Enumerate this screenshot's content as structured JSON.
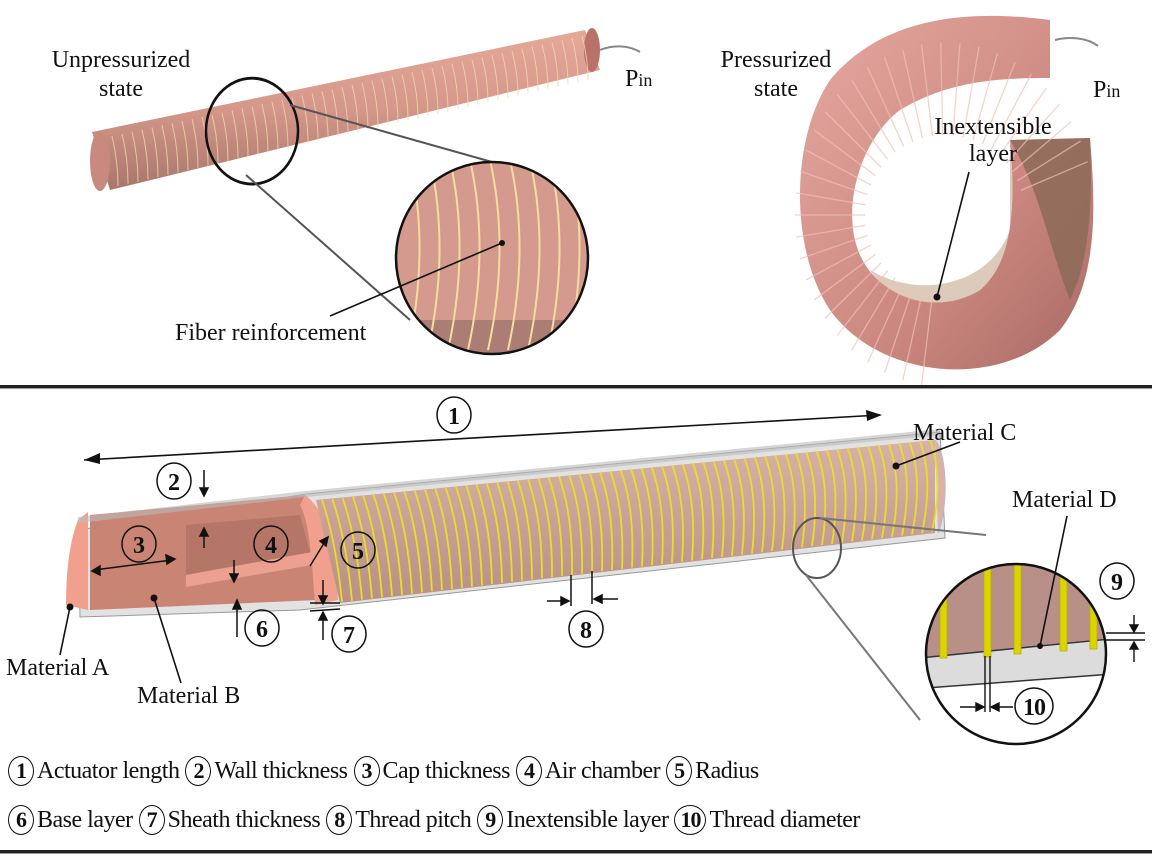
{
  "top_panel": {
    "left_photo": {
      "state_label_line1": "Unpressurized",
      "state_label_line2": "state",
      "input_label": "P",
      "input_subscript": "in",
      "callout_label": "Fiber reinforcement"
    },
    "right_photo": {
      "state_label_line1": "Pressurized",
      "state_label_line2": "state",
      "input_label": "P",
      "input_subscript": "in",
      "callout_label_line1": "Inextensible",
      "callout_label_line2": "layer"
    }
  },
  "bottom_panel": {
    "material_labels": {
      "a": "Material A",
      "b": "Material B",
      "c": "Material C",
      "d": "Material D"
    },
    "dimension_markers": [
      "1",
      "2",
      "3",
      "4",
      "5",
      "6",
      "7",
      "8",
      "9",
      "10"
    ]
  },
  "legend": {
    "row1": [
      {
        "num": "1",
        "label": "Actuator length"
      },
      {
        "num": "2",
        "label": "Wall thickness"
      },
      {
        "num": "3",
        "label": "Cap thickness"
      },
      {
        "num": "4",
        "label": "Air chamber"
      },
      {
        "num": "5",
        "label": "Radius"
      }
    ],
    "row2": [
      {
        "num": "6",
        "label": "Base layer"
      },
      {
        "num": "7",
        "label": "Sheath thickness"
      },
      {
        "num": "8",
        "label": "Thread pitch"
      },
      {
        "num": "9",
        "label": "Inextensible layer"
      },
      {
        "num": "10",
        "label": "Thread diameter"
      }
    ]
  },
  "colors": {
    "skin": "#d99a8c",
    "skin_dark": "#b8786c",
    "model_body": "#c9a096",
    "model_core": "#b98173",
    "model_cap": "#f0a08c",
    "thread": "#e6e020",
    "sheath": "#dcdcdc"
  }
}
